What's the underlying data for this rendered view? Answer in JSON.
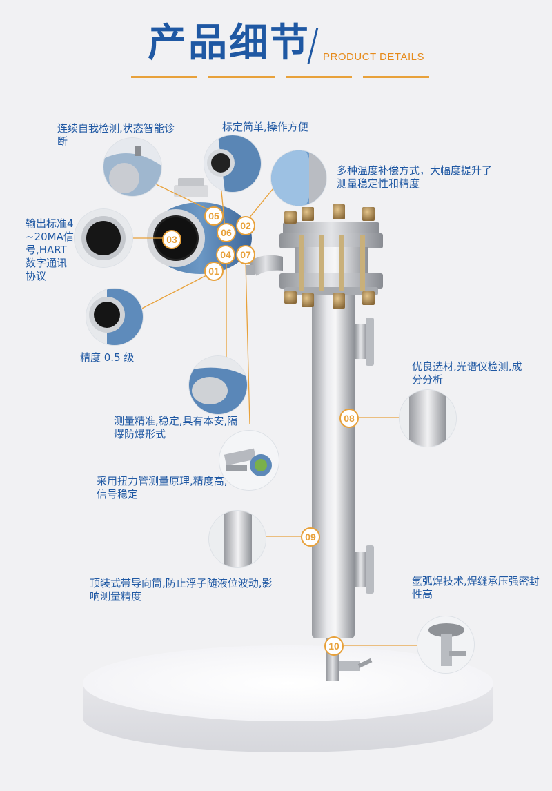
{
  "header": {
    "title": "产品细节",
    "subtitle": "PRODUCT DETAILS"
  },
  "callouts": {
    "self_check": "连续自我检测,状态智能诊断",
    "calibration": "标定简单,操作方便",
    "temperature": "多种温度补偿方式，大幅度提升了测量稳定性和精度",
    "output": "输出标准4~20MA信号,HART 数字通讯协议",
    "accuracy": "精度 0.5 级",
    "explosion": "测量精准,稳定,具有本安,隔爆防爆形式",
    "torque_tube": "采用扭力管测量原理,精度高,信号稳定",
    "material": "优良选材,光谱仪检测,成分分析",
    "guide_tube": "顶装式带导向筒,防止浮子随液位波动,影响测量精度",
    "welding": "氩弧焊技术,焊缝承压强密封性高"
  },
  "badges": [
    "01",
    "02",
    "03",
    "04",
    "05",
    "06",
    "07",
    "08",
    "09",
    "10"
  ],
  "colors": {
    "title_blue": "#1f58a3",
    "accent_orange": "#e8a13a",
    "background": "#f1f1f3"
  }
}
